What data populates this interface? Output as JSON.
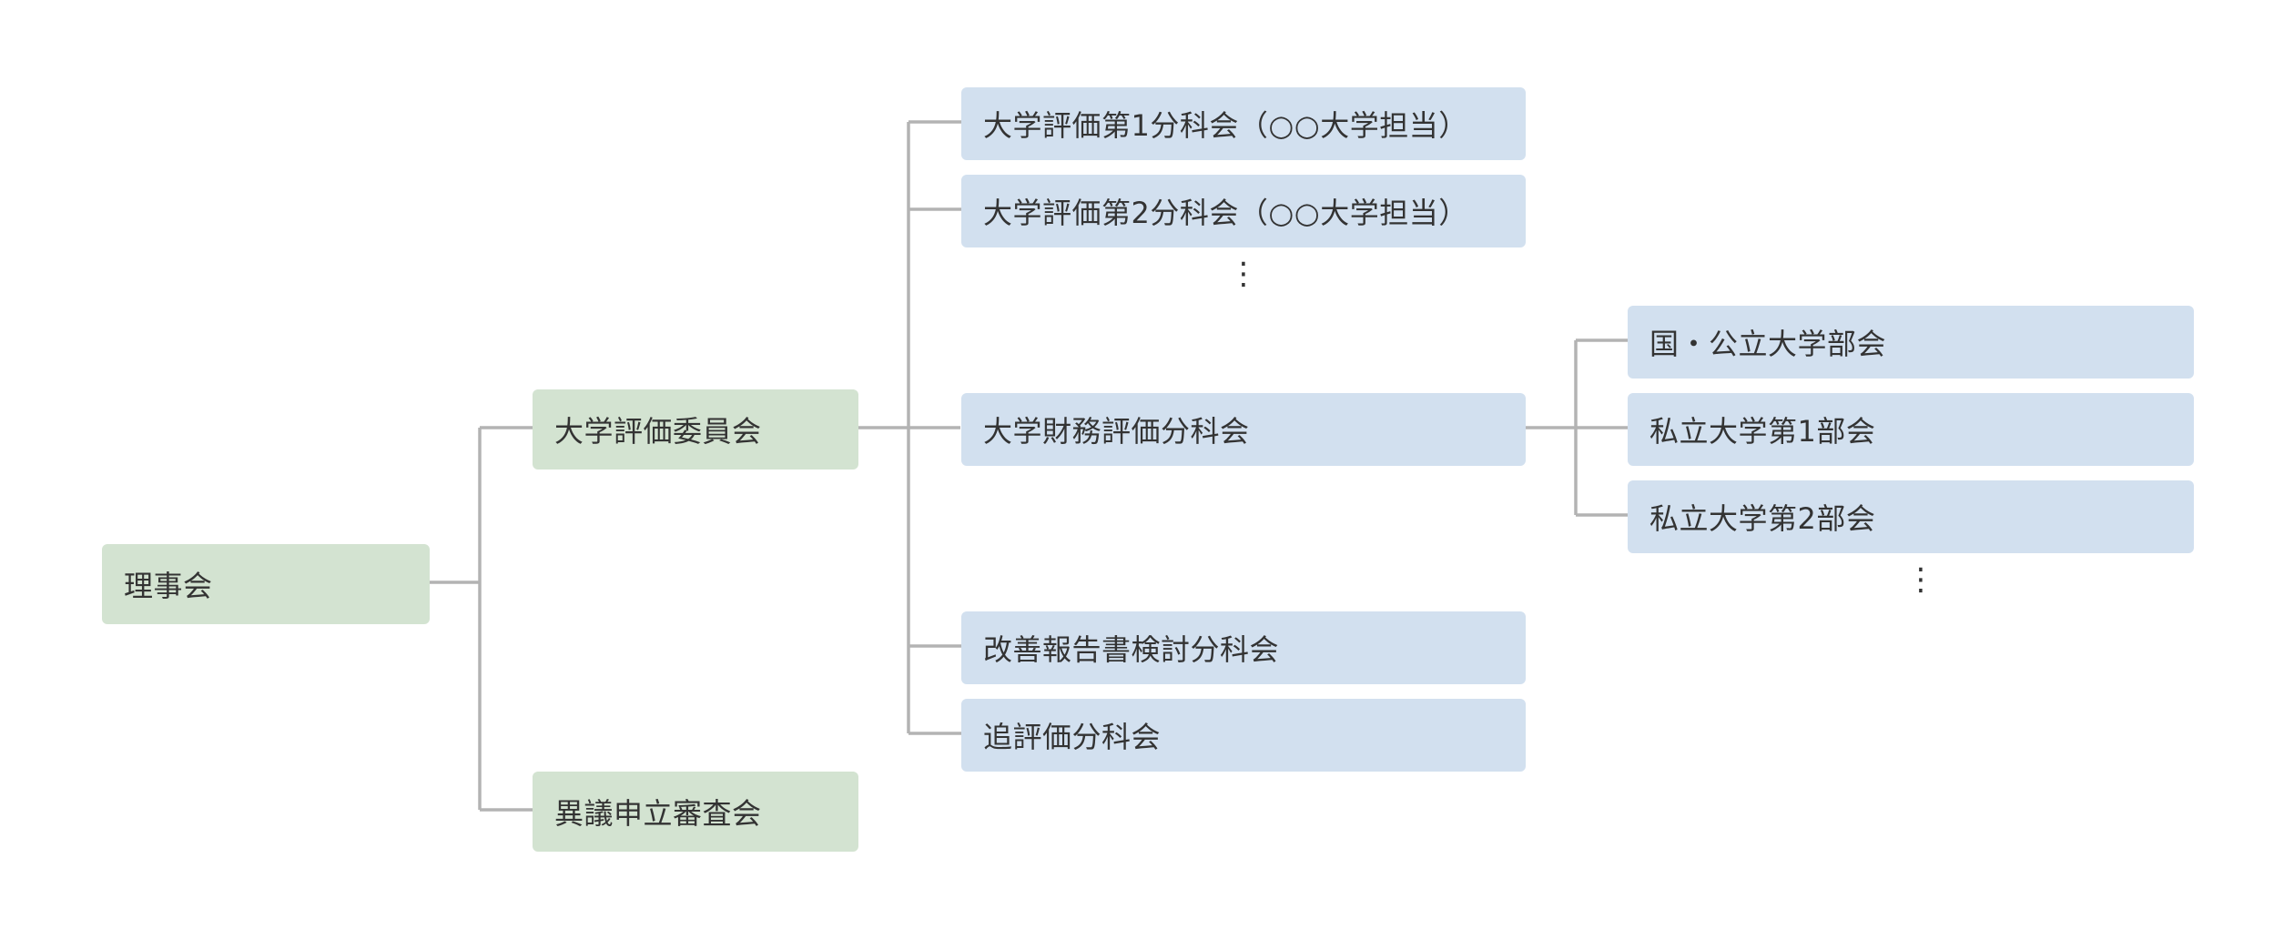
{
  "diagram": {
    "board": {
      "label": "理事会"
    },
    "committees": [
      {
        "label": "大学評価委員会"
      },
      {
        "label": "異議申立審査会"
      }
    ],
    "subcommittees": [
      {
        "label": "大学評価第1分科会（○○大学担当）"
      },
      {
        "label": "大学評価第2分科会（○○大学担当）"
      },
      {
        "label": "大学財務評価分科会"
      },
      {
        "label": "改善報告書検討分科会"
      },
      {
        "label": "追評価分科会"
      }
    ],
    "divisions": [
      {
        "label": "国・公立大学部会"
      },
      {
        "label": "私立大学第1部会"
      },
      {
        "label": "私立大学第2部会"
      }
    ],
    "ellipsis": "⋮",
    "colors": {
      "committee_fill": "#d3e3d1",
      "subcommittee_fill": "#d2e0ef",
      "connector": "#b3b3b3",
      "text": "#333333"
    }
  }
}
